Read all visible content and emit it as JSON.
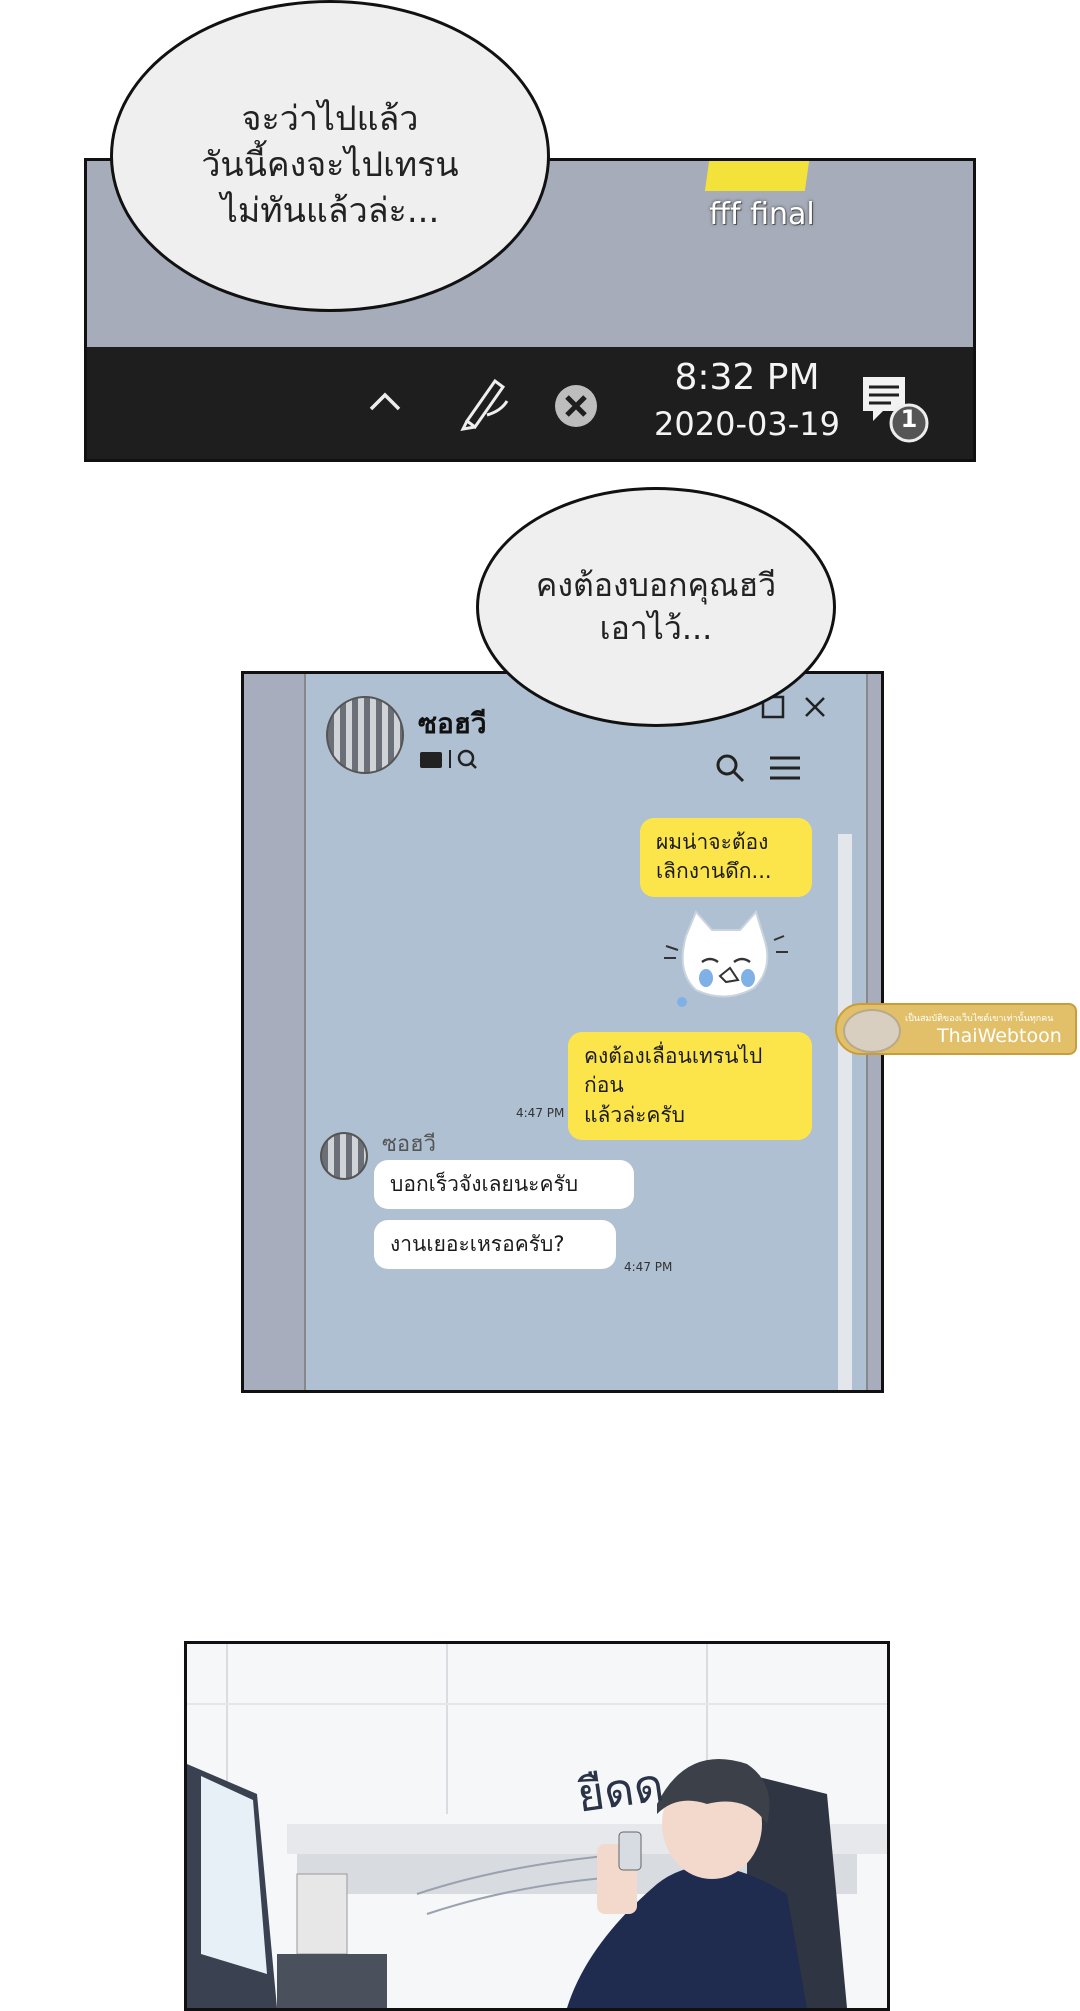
{
  "panel1": {
    "bubble_lines": [
      "จะว่าไปแล้ว",
      "วันนี้คงจะไปเทรน",
      "ไม่ทันแล้วล่ะ..."
    ],
    "file_label": "fff final",
    "clock_time": "8:32 PM",
    "clock_date": "2020-03-19",
    "notification_count": "1"
  },
  "bubble2_lines": [
    "คงต้องบอกคุณฮวี",
    "เอาไว้..."
  ],
  "chat": {
    "contact_name": "ซอฮวี",
    "messages": [
      {
        "from": "me",
        "lines": [
          "ผมน่าจะต้อง",
          "เลิกงานดึก..."
        ]
      },
      {
        "from": "me",
        "lines": [
          "คงต้องเลื่อนเทรนไปก่อน",
          "แล้วล่ะครับ"
        ],
        "time": "4:47 PM"
      },
      {
        "from": "them",
        "lines": [
          "บอกเร็วจังเลยนะครับ"
        ]
      },
      {
        "from": "them",
        "lines": [
          "งานเยอะเหรอครับ?"
        ],
        "time": "4:47 PM"
      }
    ]
  },
  "watermark": {
    "tagline": "เป็นสมบัติของเว็บไซต์เขาเท่านั้นทุกคน",
    "brand": "ThaiWebtoon"
  },
  "panel3": {
    "sfx": "ยืดด"
  }
}
